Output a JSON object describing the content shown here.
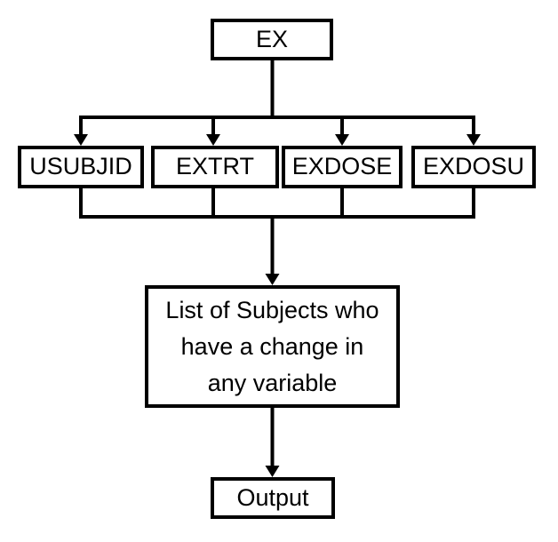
{
  "diagram": {
    "type": "flowchart",
    "nodes": {
      "ex": {
        "label": "EX"
      },
      "usubjid": {
        "label": "USUBJID"
      },
      "extrt": {
        "label": "EXTRT"
      },
      "exdose": {
        "label": "EXDOSE"
      },
      "exdosu": {
        "label": "EXDOSU"
      },
      "list_of_subjects": {
        "label": "List of Subjects who have a change in any variable",
        "lines": [
          "List of Subjects who",
          "have a change in",
          "any variable"
        ]
      },
      "output": {
        "label": "Output"
      }
    },
    "edges": [
      {
        "from": "ex",
        "to": "usubjid",
        "arrow": true
      },
      {
        "from": "ex",
        "to": "extrt",
        "arrow": true
      },
      {
        "from": "ex",
        "to": "exdose",
        "arrow": true
      },
      {
        "from": "ex",
        "to": "exdosu",
        "arrow": true
      },
      {
        "from": "usubjid",
        "to": "list_of_subjects",
        "arrow": true
      },
      {
        "from": "extrt",
        "to": "list_of_subjects",
        "arrow": true
      },
      {
        "from": "exdose",
        "to": "list_of_subjects",
        "arrow": true
      },
      {
        "from": "exdosu",
        "to": "list_of_subjects",
        "arrow": true
      },
      {
        "from": "list_of_subjects",
        "to": "output",
        "arrow": true
      }
    ],
    "colors": {
      "stroke": "#000000",
      "node_fill": "#ffffff",
      "background": "#ffffff"
    }
  }
}
